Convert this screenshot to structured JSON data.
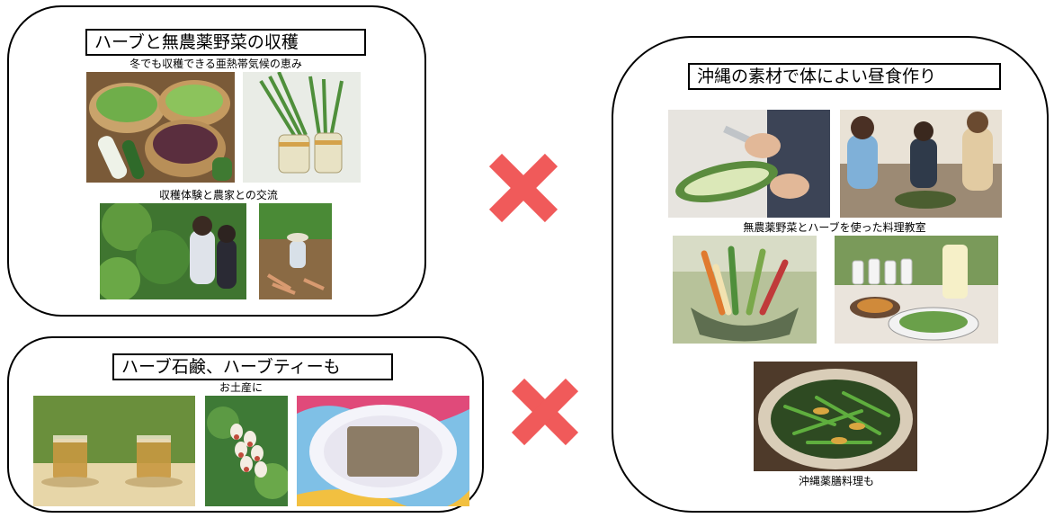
{
  "panels": {
    "harvest": {
      "title": "ハーブと無農薬野菜の収穫",
      "caption_top": "冬でも収穫できる亜熱帯気候の恵み",
      "caption_mid": "収穫体験と農家との交流"
    },
    "souvenir": {
      "title": "ハーブ石鹸、ハーブティーも",
      "caption": "お土産に"
    },
    "lunch": {
      "title": "沖縄の素材で体によい昼食作り",
      "caption_mid": "無農薬野菜とハーブを使った料理教室",
      "caption_bottom": "沖縄薬膳料理も"
    }
  },
  "colors": {
    "cross": "#f05a5a",
    "border": "#000000"
  },
  "icons": [
    "cross-icon"
  ]
}
